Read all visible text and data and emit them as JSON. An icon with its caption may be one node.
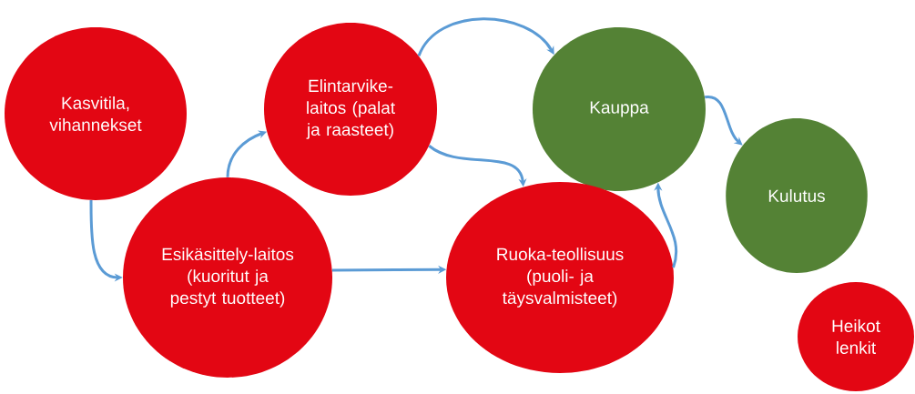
{
  "diagram": {
    "nodes": [
      {
        "text": [
          "Kasvitila, vihannekset"
        ]
      },
      {
        "text": [
          "Elintarvike-laitos (palat ja raasteet)"
        ]
      },
      {
        "text": [
          "Esikäsittely-laitos (kuoritut ja pestyt tuotteet)"
        ]
      },
      {
        "text": [
          "Kauppa"
        ]
      },
      {
        "text": [
          "Ruoka-teollisuus (puoli- ja täysvalmisteet)"
        ]
      },
      {
        "text": [
          "Kulutus"
        ]
      },
      {
        "text": [
          "Heikot lenkit"
        ]
      }
    ],
    "edges": [
      {
        "from": 0,
        "to": 2,
        "arrow": "to"
      },
      {
        "from": 2,
        "to": 1,
        "arrow": "to"
      },
      {
        "from": 1,
        "to": 3,
        "arrow": "to"
      },
      {
        "from": 1,
        "to": 4,
        "arrow": "to"
      },
      {
        "from": 2,
        "to": 4,
        "arrow": "to"
      },
      {
        "from": 4,
        "to": 3,
        "arrow": "to"
      },
      {
        "from": 3,
        "to": 5,
        "arrow": "to"
      }
    ]
  }
}
